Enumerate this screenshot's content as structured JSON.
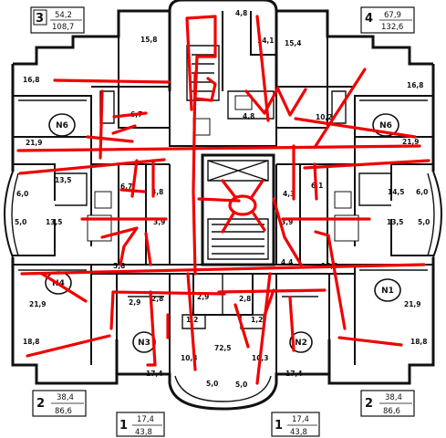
{
  "apartments": [
    {
      "number": "3",
      "area_living": "54,2",
      "area_total": "108,7"
    },
    {
      "number": "4",
      "area_living": "67,9",
      "area_total": "132,6"
    },
    {
      "number": "2",
      "area_living": "38,4",
      "area_total": "86,6"
    },
    {
      "number": "2",
      "area_living": "38,4",
      "area_total": "86,6"
    },
    {
      "number": "1",
      "area_living": "17,4",
      "area_total": "43,8"
    },
    {
      "number": "1",
      "area_living": "17,4",
      "area_total": "43,8"
    }
  ],
  "section_marks": [
    "N6",
    "N6",
    "N4",
    "N1",
    "N3",
    "N2"
  ],
  "room_areas": [
    "4,8",
    "15,8",
    "14,1",
    "15,4",
    "16,8",
    "16,8",
    "6,7",
    "4,8",
    "10,2",
    "21,9",
    "21,9",
    "6,0",
    "13,5",
    "6,7",
    "3,8",
    "4,3",
    "6,1",
    "14,5",
    "6,0",
    "5,0",
    "13,5",
    "3,9",
    "3,9",
    "13,5",
    "5,0",
    "5,8",
    "4,4",
    "15,8",
    "21,9",
    "21,9",
    "2,9",
    "2,8",
    "2,9",
    "2,8",
    "1,2",
    "1,2",
    "18,8",
    "18,8",
    "10,3",
    "10,3",
    "17,4",
    "17,4",
    "5,0",
    "5,0",
    "72,5"
  ]
}
